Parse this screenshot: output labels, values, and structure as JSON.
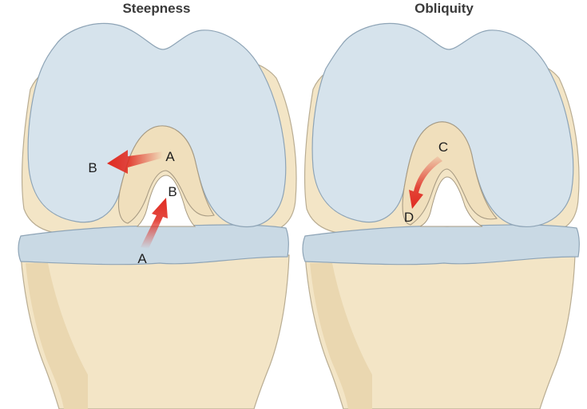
{
  "titles": {
    "left": "Steepness",
    "right": "Obliquity"
  },
  "labels": {
    "left_arrow1_start": "A",
    "left_arrow1_end": "B",
    "left_arrow2_start": "A",
    "left_arrow2_end": "B",
    "right_arrow_start": "C",
    "right_arrow_end": "D"
  },
  "colors": {
    "bone": "#f3e5c6",
    "cartilage": "#d6e3ec",
    "arrow": "#e02a20"
  },
  "icons": [
    "red-arrow",
    "red-arrow",
    "red-curved-arrow"
  ]
}
